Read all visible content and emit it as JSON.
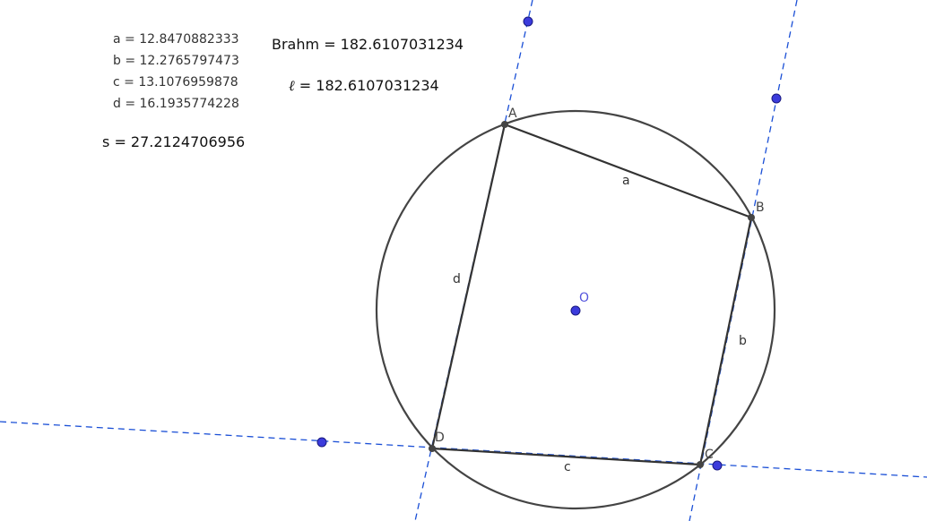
{
  "values": {
    "a": "a = 12.8470882333",
    "b": "b = 12.2765797473",
    "c": "c = 13.1076959878",
    "d": "d = 16.1935774228",
    "s_name": "s",
    "s_value": "= 27.2124706956",
    "brahm_name": "Brahm",
    "brahm_value": "= 182.6107031234",
    "ell_name": "ℓ",
    "ell_value": "= 182.6107031234"
  },
  "labels": {
    "A": "A",
    "B": "B",
    "C": "C",
    "D": "D",
    "O": "O",
    "a": "a",
    "b": "b",
    "c": "c",
    "d": "d"
  },
  "colors": {
    "circle": "#444444",
    "polygon": "#333333",
    "dashed_line": "#1a4fd6",
    "point_blue": "#3b3bdc",
    "point_dark": "#444444",
    "label_O": "#5555dd"
  }
}
